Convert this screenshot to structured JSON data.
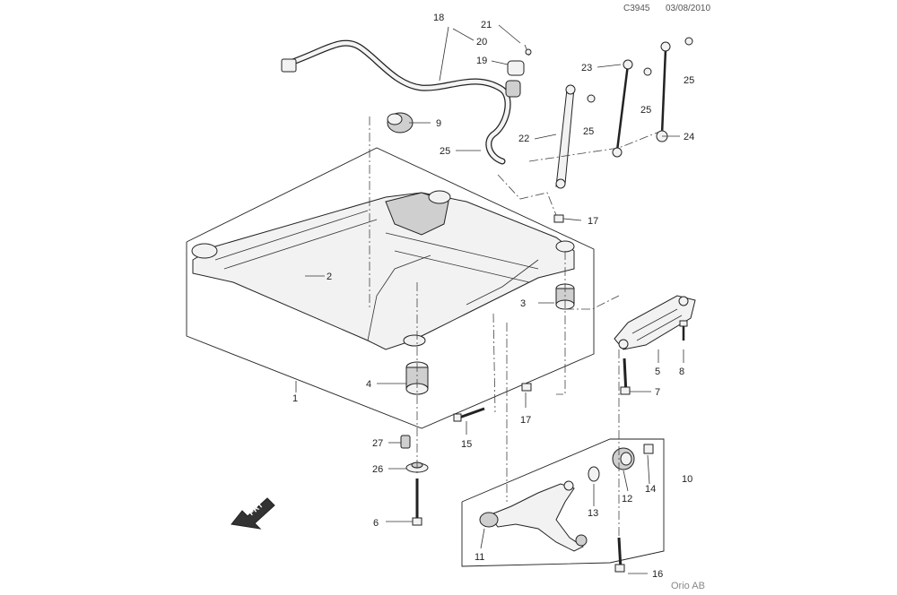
{
  "header": {
    "code": "C3945",
    "date": "03/08/2010"
  },
  "credit": "Orio AB",
  "direction_label": "FRT",
  "callouts": {
    "c1": "1",
    "c2": "2",
    "c3": "3",
    "c4": "4",
    "c5": "5",
    "c6": "6",
    "c7": "7",
    "c8": "8",
    "c9": "9",
    "c10": "10",
    "c11": "11",
    "c12": "12",
    "c13": "13",
    "c14": "14",
    "c15": "15",
    "c16": "16",
    "c17a": "17",
    "c17b": "17",
    "c18": "18",
    "c19": "19",
    "c20": "20",
    "c21": "21",
    "c22": "22",
    "c23": "23",
    "c24": "24",
    "c25a": "25",
    "c25b": "25",
    "c25c": "25",
    "c25d": "25",
    "c26": "26",
    "c27": "27"
  }
}
